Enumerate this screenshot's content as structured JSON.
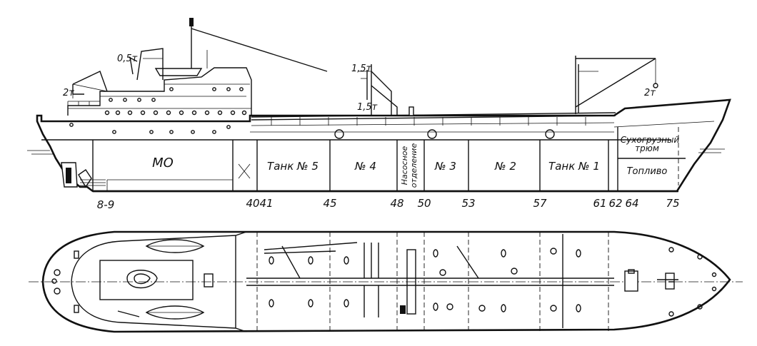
{
  "profile": {
    "compartments": {
      "engine_room": "МО",
      "tank5": "Танк № 5",
      "tank4": "№ 4",
      "pump_room": [
        "Насосное",
        "отделение"
      ],
      "tank3": "№ 3",
      "tank2": "№ 2",
      "tank1": "Танк № 1",
      "dry_cargo_hold": [
        "Сухогрузный",
        "трюм"
      ],
      "fuel": "Топливо"
    },
    "cranes": {
      "aft_boat_davit": "0,5т",
      "aft_crane": "2т",
      "mid_crane_upper": "1,5т",
      "mid_crane_lower": "1,5т",
      "fwd_crane": "2т"
    },
    "frames": [
      "8-9",
      "40",
      "41",
      "45",
      "48",
      "50",
      "53",
      "57",
      "61",
      "62",
      "64",
      "75"
    ]
  }
}
